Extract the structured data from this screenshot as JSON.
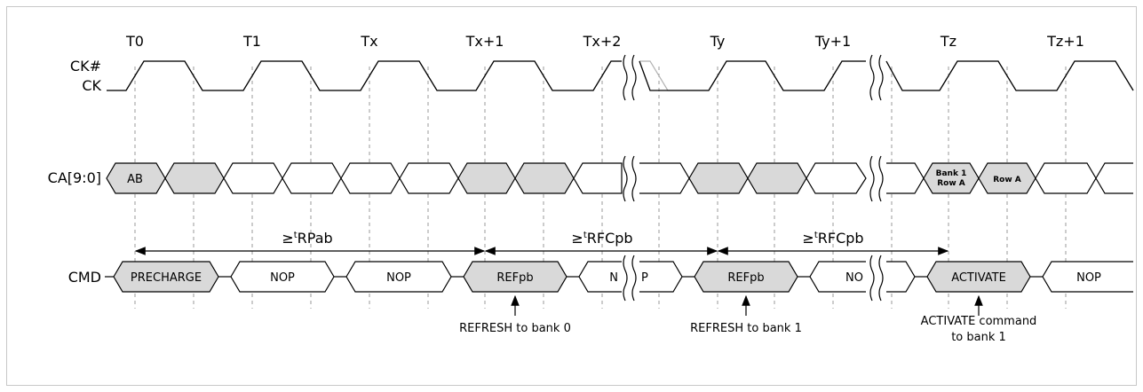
{
  "clock": {
    "edges": [
      "T0",
      "T1",
      "Tx",
      "Tx+1",
      "Tx+2",
      "Ty",
      "Ty+1",
      "Tz",
      "Tz+1"
    ],
    "signal_labels": [
      "CK#",
      "CK"
    ]
  },
  "ca_bus": {
    "label": "CA[9:0]",
    "first_label": "AB",
    "bank_label_line1": "Bank 1",
    "bank_label_line2": "Row A",
    "row_label": "Row A"
  },
  "cmd_bus": {
    "label": "CMD",
    "commands": {
      "precharge": "PRECHARGE",
      "nop1": "NOP",
      "nop2": "NOP",
      "refpb1": "REFpb",
      "nop_trunc1": "N",
      "nop_trunc2": "P",
      "refpb2": "REFpb",
      "nop_trunc3": "NO",
      "activate": "ACTIVATE",
      "nop_end": "NOP"
    }
  },
  "timings": {
    "rpab_prefix": "≥",
    "rpab_sup": "t",
    "rpab_name": "RPab",
    "rfcpb_prefix": "≥",
    "rfcpb_sup": "t",
    "rfcpb_name": "RFCpb"
  },
  "annotations": {
    "refresh_bank0": "REFRESH to bank 0",
    "refresh_bank1": "REFRESH to bank 1",
    "activate_line1": "ACTIVATE command",
    "activate_line2": "to bank 1"
  },
  "colors": {
    "shaded_fill": "#d9d9d9",
    "line": "#000000",
    "guide": "#9a9a9a",
    "ck_bar": "#b0b0b0"
  }
}
